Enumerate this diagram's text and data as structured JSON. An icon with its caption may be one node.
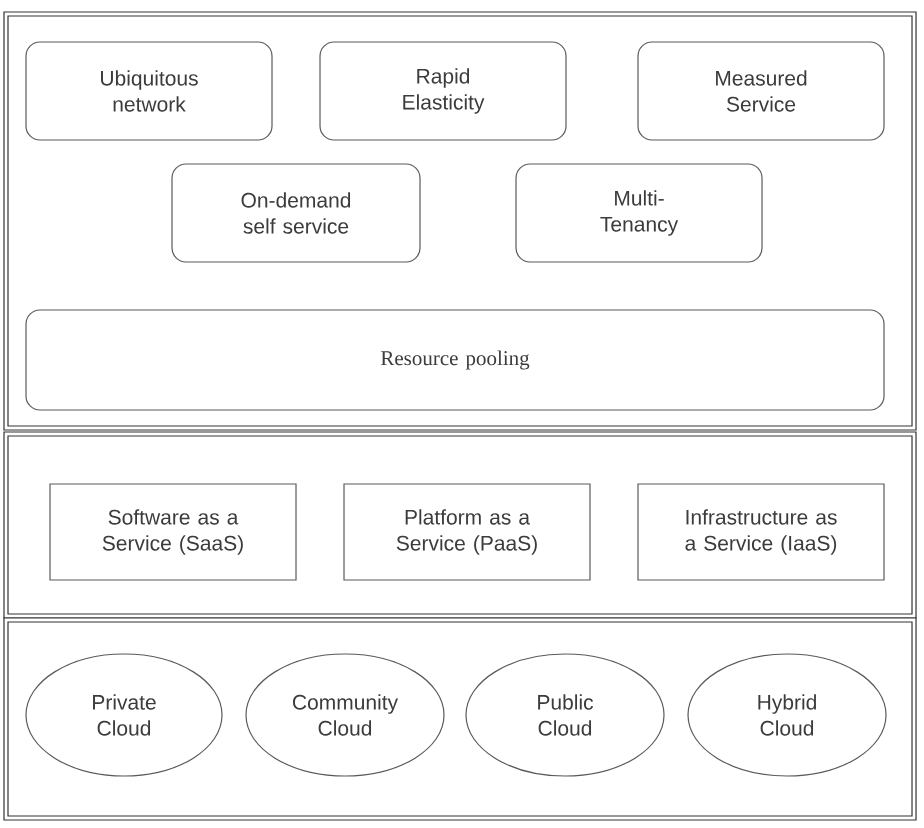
{
  "diagram": {
    "nodes": [
      {
        "text": [],
        "shape": "box"
      },
      {
        "text": [
          "Ubiquitous network"
        ],
        "in": 0
      },
      {
        "text": [
          "Rapid Elasticity"
        ],
        "in": 0
      },
      {
        "text": [
          "Measured Service"
        ],
        "in": 0
      },
      {
        "text": [
          "On-demand self service"
        ],
        "in": 0
      },
      {
        "text": [
          "Multi-Tenancy"
        ],
        "in": 0
      },
      {
        "text": [
          "Resource pooling"
        ],
        "in": 0
      },
      {
        "text": [],
        "shape": "box"
      },
      {
        "text": [
          "Software as a Service (SaaS)"
        ],
        "in": 7
      },
      {
        "text": [
          "Platform as a Service (PaaS)"
        ],
        "in": 7
      },
      {
        "text": [
          "Infrastructure as a Service (IaaS)"
        ],
        "in": 7
      },
      {
        "text": [],
        "shape": "box"
      },
      {
        "text": [
          "Private Cloud"
        ],
        "in": 11
      },
      {
        "text": [
          "Community Cloud"
        ],
        "in": 11
      },
      {
        "text": [
          "Public Cloud"
        ],
        "in": 11
      },
      {
        "text": [
          "Hybrid Cloud"
        ],
        "in": 11
      }
    ]
  }
}
